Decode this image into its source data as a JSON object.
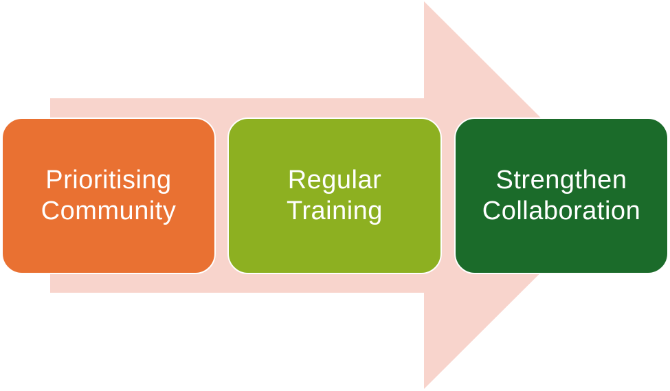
{
  "diagram": {
    "steps": [
      {
        "label": "Prioritising\nCommunity",
        "color": "#E97132"
      },
      {
        "label": "Regular\nTraining",
        "color": "#8DB021"
      },
      {
        "label": "Strengthen\nCollaboration",
        "color": "#1B6B2A"
      }
    ],
    "arrow_color": "#F8D4CC"
  }
}
